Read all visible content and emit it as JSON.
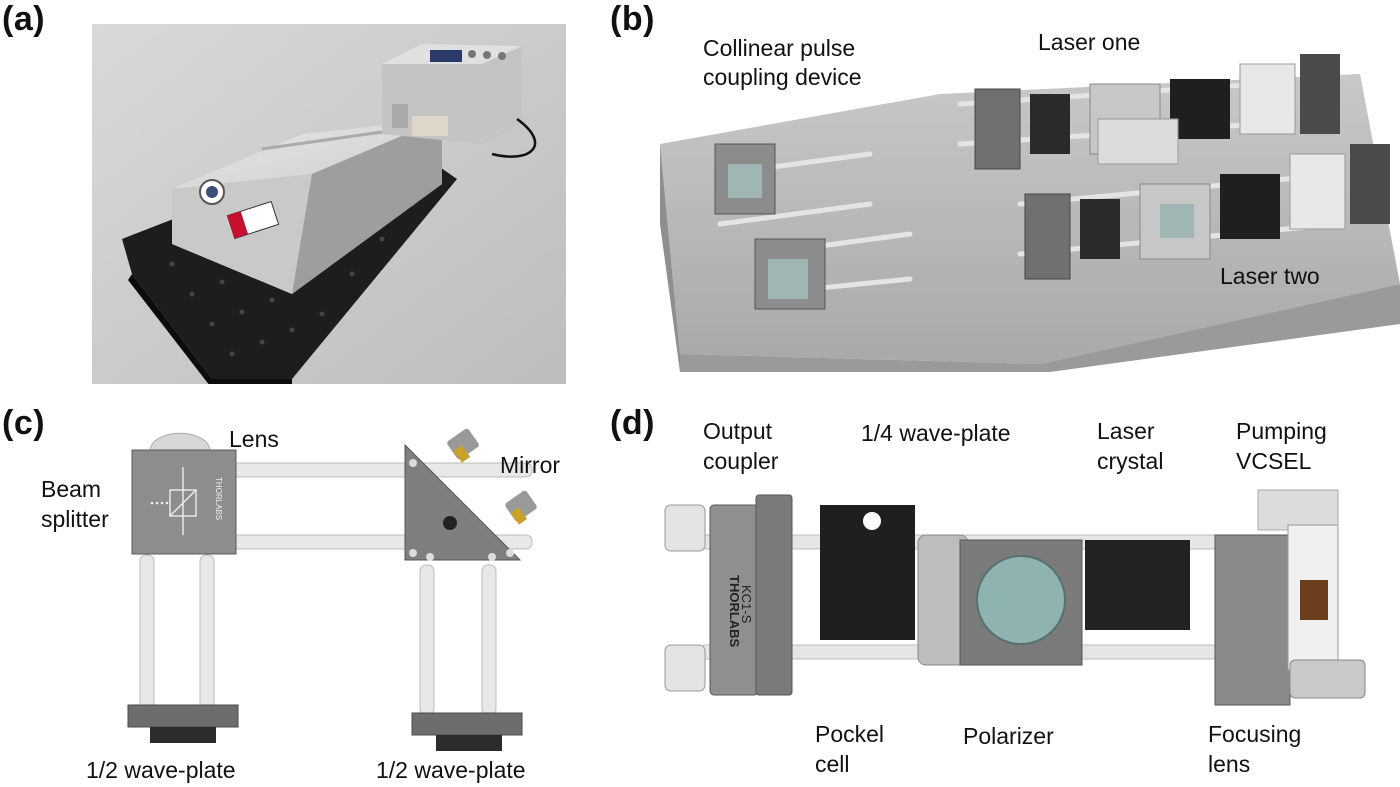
{
  "panels": {
    "a": {
      "letter": "(a)"
    },
    "b": {
      "letter": "(b)",
      "labels": {
        "collinear_line1": "Collinear pulse",
        "collinear_line2": "coupling device",
        "laser_one": "Laser one",
        "laser_two": "Laser two"
      }
    },
    "c": {
      "letter": "(c)",
      "labels": {
        "lens": "Lens",
        "mirror": "Mirror",
        "beam_line1": "Beam",
        "beam_line2": "splitter",
        "half_wave_left": "1/2 wave-plate",
        "half_wave_right": "1/2 wave-plate",
        "thorlabs": "THORLABS"
      }
    },
    "d": {
      "letter": "(d)",
      "labels": {
        "output_line1": "Output",
        "output_line2": "coupler",
        "quarter_wave": "1/4 wave-plate",
        "laser_crystal_line1": "Laser",
        "laser_crystal_line2": "crystal",
        "pumping_line1": "Pumping",
        "pumping_line2": "VCSEL",
        "pockel_line1": "Pockel",
        "pockel_line2": "cell",
        "polarizer": "Polarizer",
        "focusing_line1": "Focusing",
        "focusing_line2": "lens",
        "thorlabs": "THORLABS",
        "mount_model": "KC1-S"
      }
    }
  }
}
